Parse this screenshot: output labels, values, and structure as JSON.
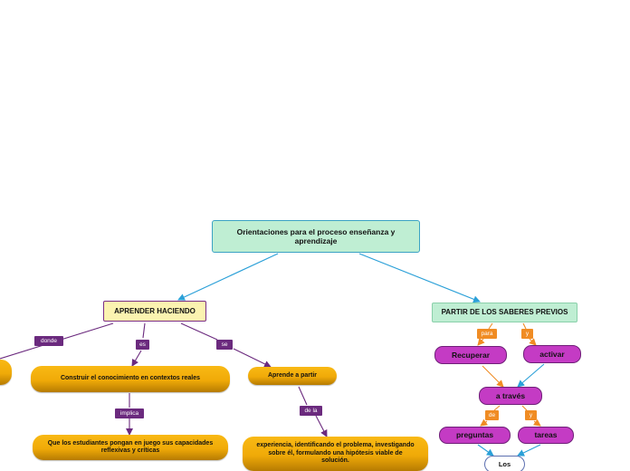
{
  "colors": {
    "blue_link": "#2ba0d8",
    "purple_link": "#6b2a7e",
    "orange_link": "#f08c24"
  },
  "nodes": {
    "root": "Orientaciones para el proceso enseñanza y aprendizaje",
    "aprender_haciendo": "APRENDER HACIENDO",
    "partir_saberes": "PARTIR DE LOS SABERES PREVIOS",
    "construir": "Construir el conocimiento en contextos reales",
    "aprende_partir": "Aprende a partir",
    "estudiantes": "Que los estudiantes pongan en juego sus capacidades reflexivas y críticas",
    "experiencia": "experiencia, identificando el problema, investigando sobre él, formulando una hipótesis viable de solución.",
    "recuperar": "Recuperar",
    "activar": "activar",
    "a_traves": "a través",
    "preguntas": "preguntas",
    "tareas": "tareas",
    "los": "Los"
  },
  "tags": {
    "donde": "donde",
    "es": "es",
    "se": "se",
    "implica": "implica",
    "de_la": "de la",
    "para": "para",
    "y1": "y",
    "de": "de",
    "y2": "y"
  }
}
